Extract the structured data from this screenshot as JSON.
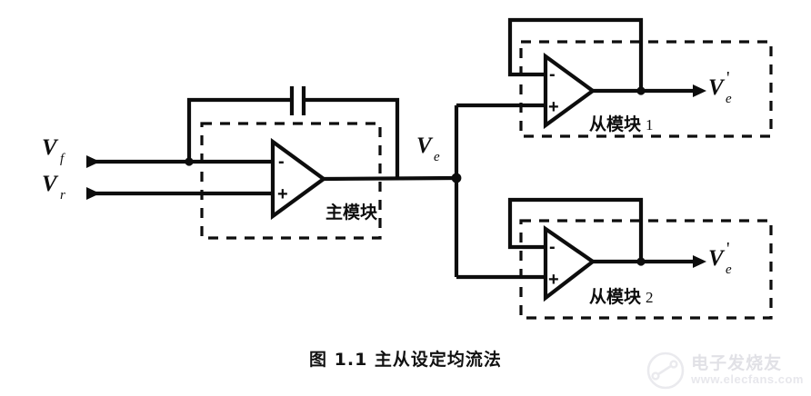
{
  "figure": {
    "caption": "图 1.1 主从设定均流法",
    "background_color": "#ffffff",
    "line_color": "#0d0d0d"
  },
  "signals": {
    "vf": {
      "symbol": "V",
      "subscript": "f",
      "prime": "",
      "full": "Vf",
      "direction": "left-arrow"
    },
    "vr": {
      "symbol": "V",
      "subscript": "r",
      "prime": "",
      "full": "Vr",
      "direction": "left-arrow"
    },
    "ve": {
      "symbol": "V",
      "subscript": "e",
      "prime": "",
      "full": "Ve",
      "direction": "bus-node"
    },
    "ve_prime_1": {
      "symbol": "V",
      "subscript": "e",
      "prime": "'",
      "full": "Ve'",
      "direction": "right-arrow"
    },
    "ve_prime_2": {
      "symbol": "V",
      "subscript": "e",
      "prime": "'",
      "full": "Ve'",
      "direction": "right-arrow"
    }
  },
  "modules": [
    {
      "id": "master",
      "label": "主模块",
      "index": "",
      "type": "op-amp-with-capacitor-feedback",
      "inverting_pin": "-",
      "noninverting_pin": "+",
      "feedback_element": "capacitor"
    },
    {
      "id": "slave-1",
      "label": "从模块",
      "index": "1",
      "type": "op-amp-voltage-follower",
      "inverting_pin": "-",
      "noninverting_pin": "+",
      "feedback_element": "wire"
    },
    {
      "id": "slave-2",
      "label": "从模块",
      "index": "2",
      "type": "op-amp-voltage-follower",
      "inverting_pin": "-",
      "noninverting_pin": "+",
      "feedback_element": "wire"
    }
  ],
  "watermark": {
    "brand_cn": "电子发烧友",
    "url": "www.elecfans.com",
    "color": "#c1c1cc"
  }
}
